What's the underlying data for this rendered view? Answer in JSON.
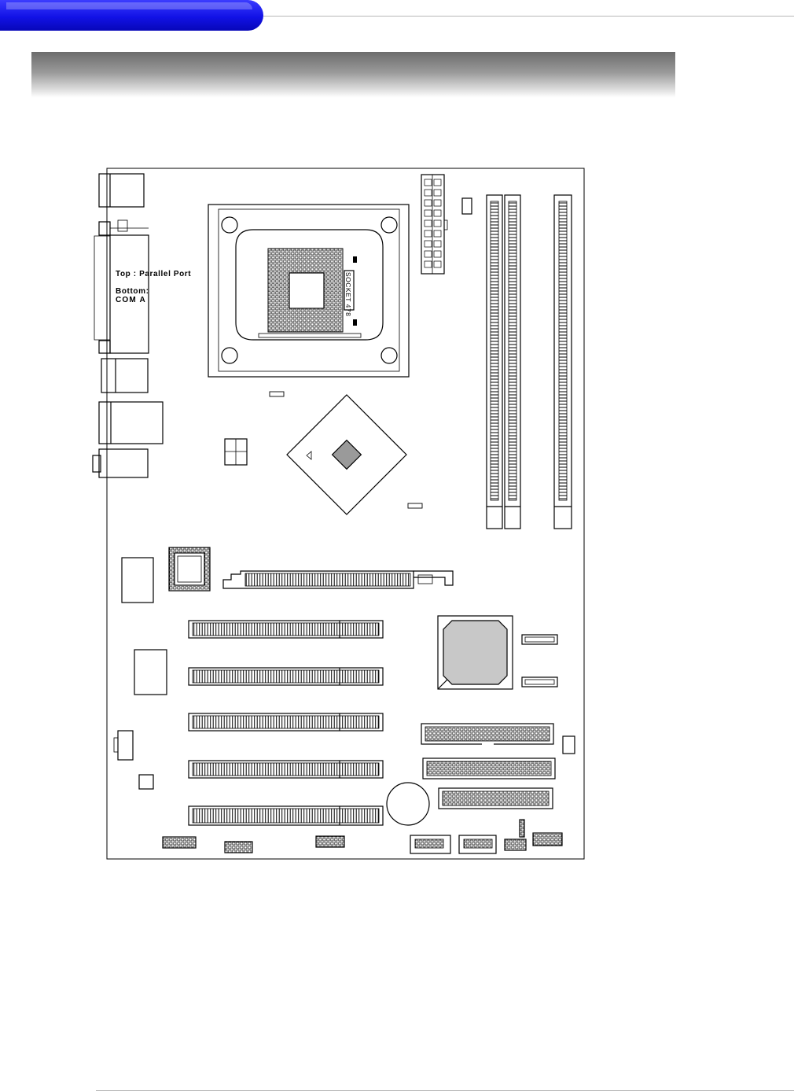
{
  "page": {
    "header_tab": "",
    "section_title": ""
  },
  "io_panel": {
    "parallel_label": "Top : Parallel Port",
    "com_label_1": "Bottom:",
    "com_label_2": "COM A"
  },
  "cpu": {
    "socket_label": "SOCKET 478"
  },
  "colors": {
    "tab_blue": "#1212e6",
    "line": "#000000",
    "chip_fill": "#c8c8c8"
  }
}
